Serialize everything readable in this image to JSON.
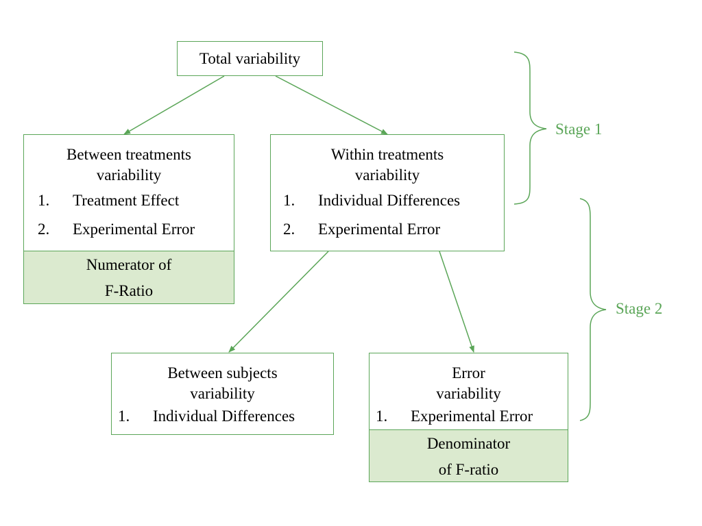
{
  "nodes": {
    "total": {
      "title": "Total variability"
    },
    "between_treatments": {
      "title": "Between treatments\nvariability",
      "items": [
        {
          "num": "1.",
          "text": "Treatment Effect"
        },
        {
          "num": "2.",
          "text": "Experimental Error"
        }
      ],
      "note": "Numerator of\nF-Ratio"
    },
    "within_treatments": {
      "title": "Within treatments\nvariability",
      "items": [
        {
          "num": "1.",
          "text": "Individual Differences"
        },
        {
          "num": "2.",
          "text": "Experimental Error"
        }
      ]
    },
    "between_subjects": {
      "title": "Between subjects\nvariability",
      "items": [
        {
          "num": "1.",
          "text": "Individual Differences"
        }
      ]
    },
    "error": {
      "title": "Error\nvariability",
      "items": [
        {
          "num": "1.",
          "text": "Experimental Error"
        }
      ],
      "note": "Denominator\nof F-ratio"
    }
  },
  "stages": [
    {
      "label": "Stage 1"
    },
    {
      "label": "Stage 2"
    }
  ],
  "colors": {
    "accent": "#5aa557",
    "note_fill": "#dbeacf"
  }
}
